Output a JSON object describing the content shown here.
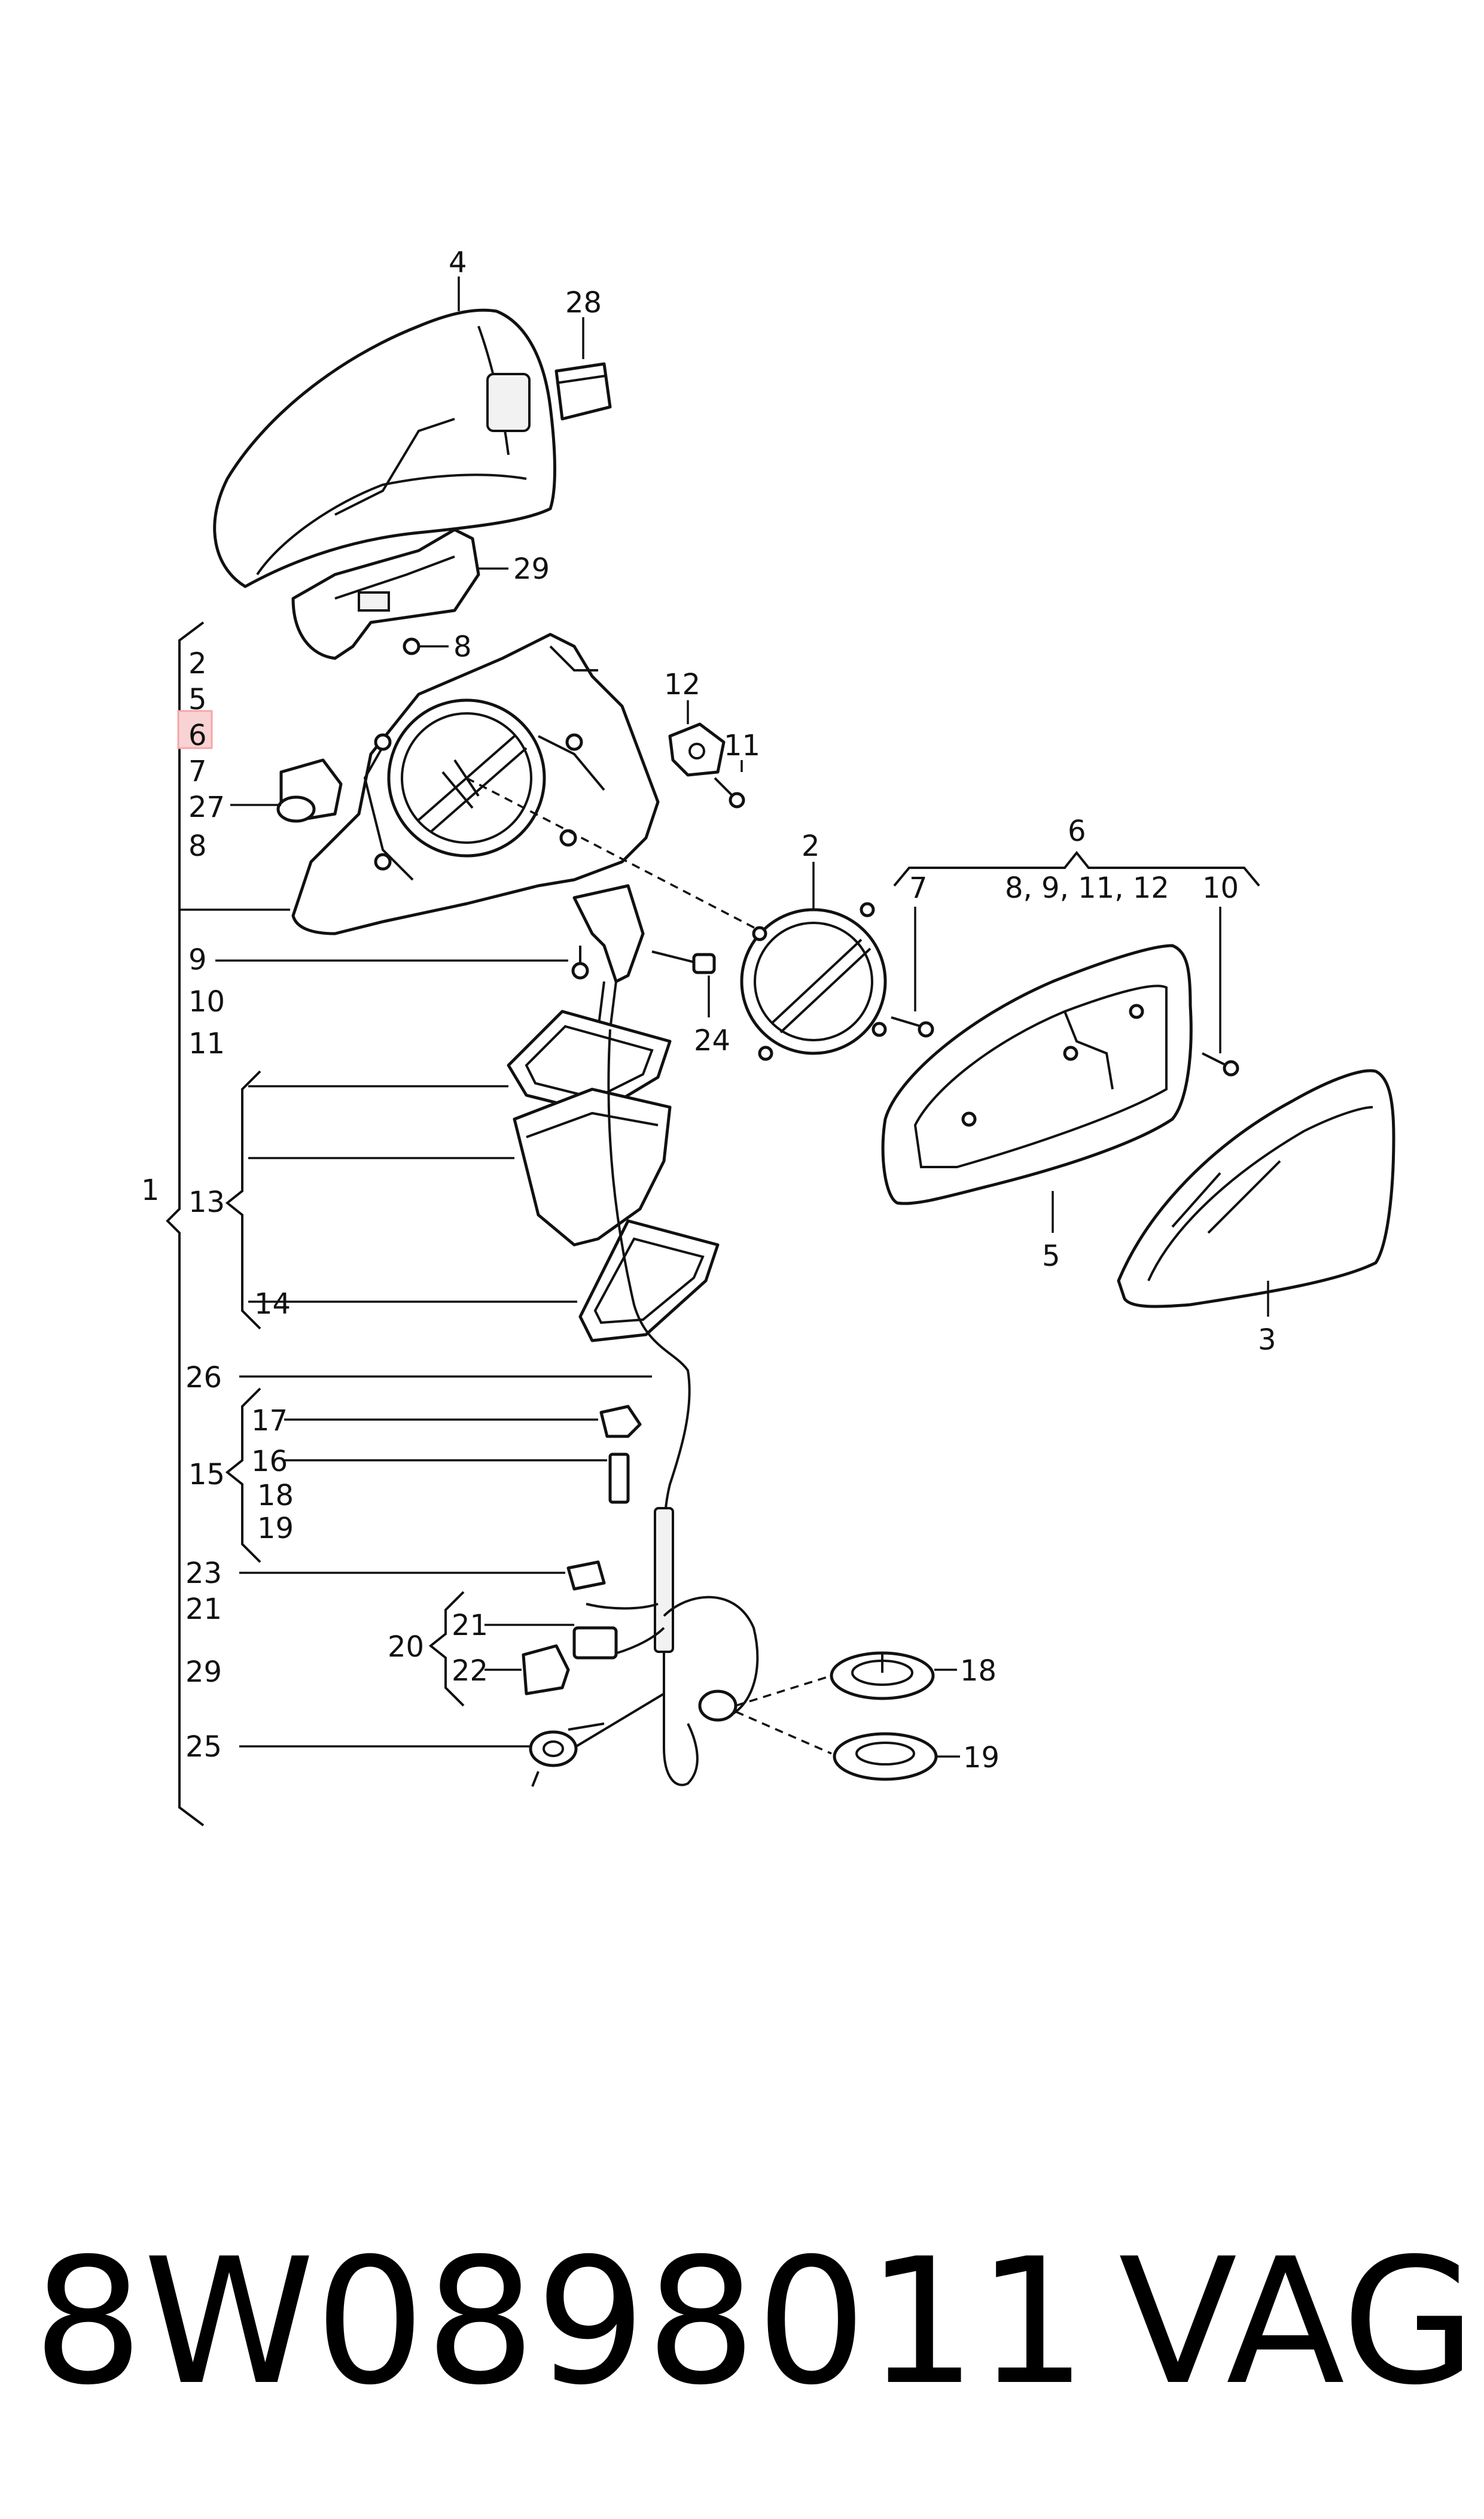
{
  "labels": {
    "l4": "4",
    "l28": "28",
    "l29a": "29",
    "l8a": "8",
    "l12": "12",
    "l11a": "11",
    "lg2": "2",
    "lg5": "5",
    "lg6": "6",
    "lg7": "7",
    "lg27": "27",
    "lg8": "8",
    "l9": "9",
    "lg10": "10",
    "lg11": "11",
    "l24": "24",
    "l2r": "2",
    "l6r": "6",
    "l7r": "7",
    "l6list": "8, 9, 11, 12",
    "l10r": "10",
    "l5": "5",
    "l3": "3",
    "l1": "1",
    "l13": "13",
    "l14": "14",
    "l26": "26",
    "l17": "17",
    "l16": "16",
    "l15": "15",
    "l18a": "18",
    "l19a": "19",
    "l23": "23",
    "l21a": "21",
    "l29b": "29",
    "l21b": "21",
    "l20": "20",
    "l22": "22",
    "l25": "25",
    "l18b": "18",
    "l19b": "19"
  },
  "footer": {
    "part_number": "8W0898011",
    "brand": "VAG"
  },
  "highlight_color": "#f4a7a7"
}
